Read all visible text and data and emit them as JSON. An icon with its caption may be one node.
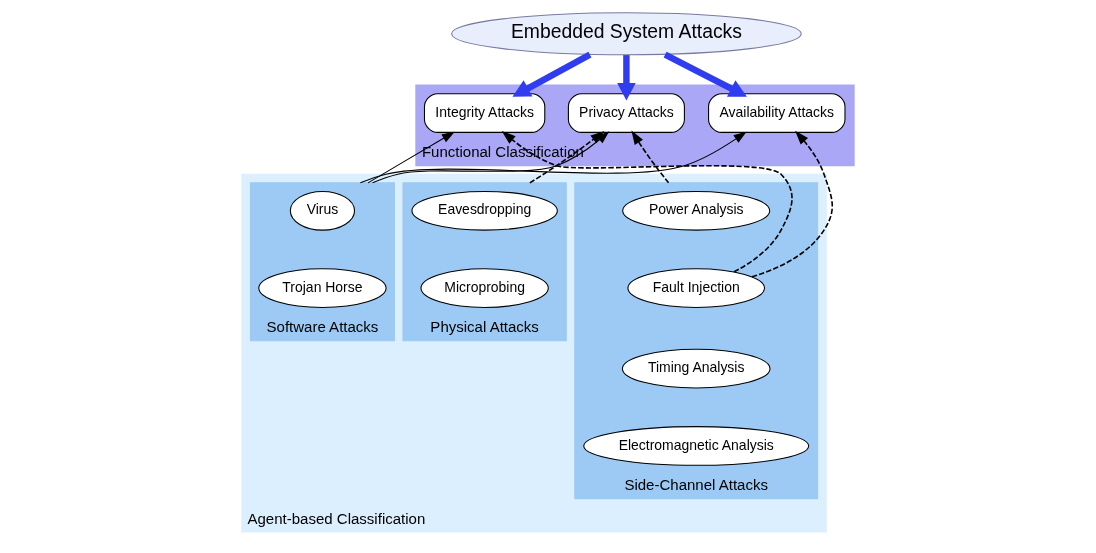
{
  "diagram": {
    "nodes": [
      {
        "text": [
          "Embedded System Attacks"
        ]
      },
      {
        "text": [
          "Functional Classification"
        ]
      },
      {
        "text": [
          "Integrity Attacks"
        ],
        "in": 1
      },
      {
        "text": [
          "Privacy Attacks"
        ],
        "in": 1
      },
      {
        "text": [
          "Availability Attacks"
        ],
        "in": 1
      },
      {
        "text": [
          "Agent-based Classification"
        ]
      },
      {
        "text": [
          "Physical Attacks"
        ],
        "in": 5
      },
      {
        "text": [
          "Eavesdropping"
        ],
        "in": 6
      },
      {
        "text": [
          "Microprobing"
        ],
        "in": 6
      },
      {
        "text": [
          "Side-Channel Attacks"
        ],
        "in": 5
      },
      {
        "text": [
          "Power Analysis"
        ],
        "in": 9
      },
      {
        "text": [
          "Fault Injection"
        ],
        "in": 9
      },
      {
        "text": [
          "Timing Analysis"
        ],
        "in": 9
      },
      {
        "text": [
          "Electromagnetic Analysis"
        ],
        "in": 9
      },
      {
        "text": [
          "Software Attacks"
        ],
        "in": 5
      },
      {
        "text": [
          "Virus"
        ],
        "in": 14
      },
      {
        "text": [
          "Trojan Horse"
        ],
        "in": 14
      }
    ],
    "edges": [
      {
        "from": 0,
        "to": 2,
        "arrow": "to",
        "style": "thick",
        "color": "#2f3cf0"
      },
      {
        "from": 0,
        "to": 3,
        "arrow": "to",
        "style": "thick",
        "color": "#2f3cf0"
      },
      {
        "from": 0,
        "to": 4,
        "arrow": "to",
        "style": "thick",
        "color": "#2f3cf0"
      },
      {
        "from": 14,
        "to": 2,
        "arrow": "to"
      },
      {
        "from": 14,
        "to": 3,
        "arrow": "to"
      },
      {
        "from": 14,
        "to": 4,
        "arrow": "to"
      },
      {
        "from": 9,
        "to": 3,
        "arrow": "to",
        "style": "dashed"
      },
      {
        "from": 11,
        "to": 2,
        "arrow": "to",
        "style": "dashed"
      },
      {
        "from": 11,
        "to": 4,
        "arrow": "to",
        "style": "dashed"
      },
      {
        "from": 6,
        "to": 3,
        "arrow": "to",
        "style": "dashed"
      }
    ]
  }
}
